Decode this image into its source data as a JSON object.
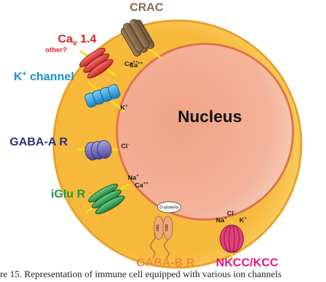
{
  "diagram": {
    "nucleus_label": "Nucleus",
    "channels": {
      "crac": {
        "label": "CRAC",
        "ion": "Ca",
        "ion_sup": "++"
      },
      "cav": {
        "label": "Ca",
        "label_sub": "v",
        "label_tail": " 1.4",
        "note": "other?",
        "ion": "Ca",
        "ion_sup": "++"
      },
      "k": {
        "label": "K",
        "label_sup": "+",
        "label_tail": " channel",
        "ion": "K",
        "ion_sup": "+"
      },
      "gabaa": {
        "label": "GABA-A R",
        "ion": "Cl",
        "ion_sup": "-"
      },
      "iglu": {
        "label": "iGlu R",
        "ion1": "Na",
        "ion1_sup": "+",
        "ion2": "Ca",
        "ion2_sup": "++"
      },
      "gabab": {
        "label": "GABA-B R",
        "gprotein": "G-proteins",
        "sub1": "GB1",
        "sub2": "GB2"
      },
      "nkcc": {
        "label": "NKCC/KCC",
        "ion_na": "Na",
        "ion_na_sup": "+",
        "ion_cl": "Cl",
        "ion_cl_sup": "-",
        "ion_k": "K",
        "ion_k_sup": "+"
      }
    },
    "colors": {
      "cell": "#f7c044",
      "nucleus": "#f2a58a",
      "crac": "#8a6a4a",
      "cav": "#e0262b",
      "k": "#1b9cd8",
      "gabaa": "#6a63b8",
      "iglu": "#2a9a48",
      "gabab": "#f0a878",
      "nkcc": "#e0407a",
      "label_crac": "#8a6a4a",
      "label_cav": "#e02020",
      "label_k": "#1b8ed0",
      "label_gabaa": "#2a2f7a",
      "label_iglu": "#1f9a3c",
      "label_gabab": "#f08a3a",
      "label_nkcc": "#e8187a"
    }
  },
  "caption": "re 15. Representation of immune cell equipped with various ion channels"
}
